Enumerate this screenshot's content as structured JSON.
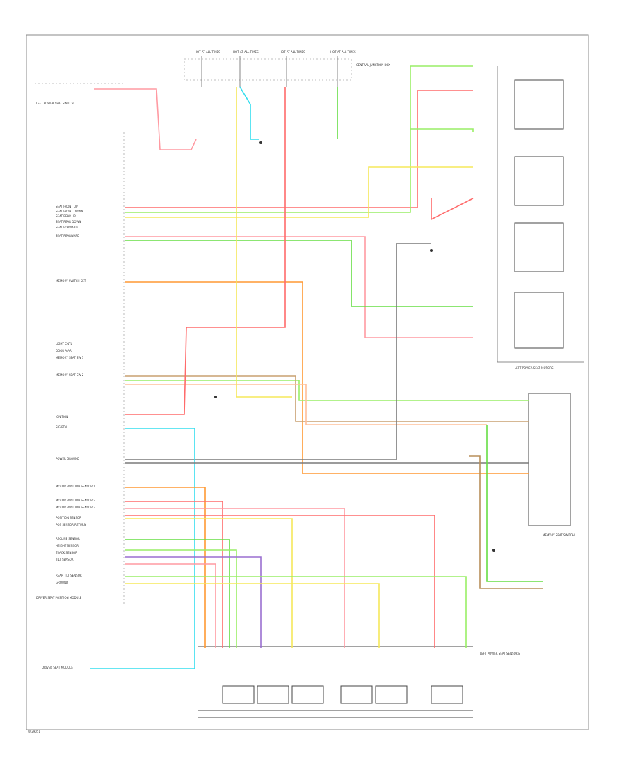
{
  "labels": {
    "fuse_box_1": "HOT AT ALL TIMES",
    "fuse_box_2": "HOT AT ALL TIMES",
    "fuse_box_3": "HOT AT ALL TIMES",
    "fuse_box_4": "HOT AT ALL TIMES",
    "fuse_panel": "CENTRAL JUNCTION BOX",
    "left_panel_top": "LEFT POWER SEAT SWITCH",
    "module_label": "DRIVER SEAT POSITION MODULE",
    "switch_motors": "LEFT POWER SEAT MOTORS",
    "memory_switch": "MEMORY SEAT SWITCH",
    "bottom_label_left": "DRIVER SEAT MODULE",
    "bottom_label_right": "LEFT POWER SEAT SENSORS",
    "footer_code": "W-29051"
  },
  "connector_pins_left": [
    "SEAT FRONT UP",
    "SEAT FRONT DOWN",
    "SEAT REAR UP",
    "SEAT REAR DOWN",
    "SEAT FORWARD",
    "SEAT REARWARD",
    "MEMORY SWITCH SET",
    "LIGHT CNTL",
    "DOOR AJAR",
    "MEMORY SEAT SW 1",
    "MEMORY SEAT SW 2",
    "IGNITION",
    "SIG RTN",
    "POWER GROUND",
    "MOTOR POSITION SENSOR 1",
    "MOTOR POSITION SENSOR 2",
    "MOTOR POSITION SENSOR 3",
    "POSITION SENSOR",
    "POS SENSOR RETURN",
    "RECLINE SENSOR",
    "HEIGHT SENSOR",
    "TRACK SENSOR",
    "TILT SENSOR",
    "REAR TILT SENSOR",
    "GROUND"
  ]
}
